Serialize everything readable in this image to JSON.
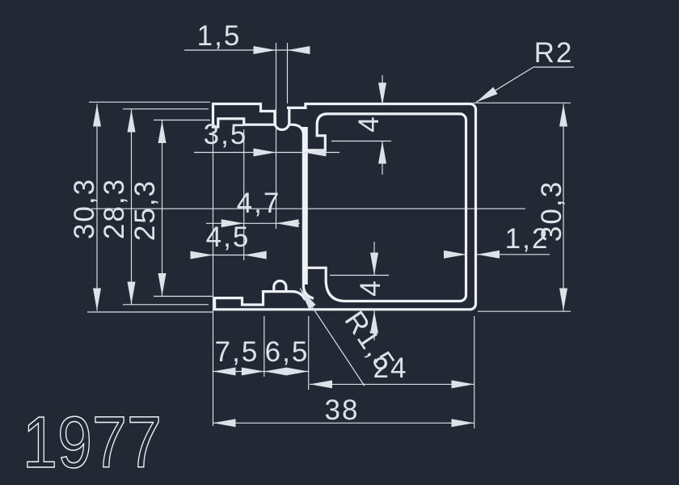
{
  "canvas": {
    "background": "#232934",
    "line_color": "#eef1f5",
    "dim_color": "#dde2e9"
  },
  "title": {
    "drawing_number": "1977"
  },
  "dimensions": {
    "slot_width": "1,5",
    "slot_to_wall": "3,5",
    "top_pocket_depth": "4",
    "overall_height_left": "30,3",
    "step_height": "28,3",
    "inner_height": "25,3",
    "notch_width": "4,7",
    "edge_width": "4,5",
    "bottom_pocket_depth": "4",
    "wall_thickness": "1,2",
    "overall_height_right": "30,3",
    "corner_radius": "R2",
    "junction_fillet_radius": "R1,5",
    "tube_width": "24",
    "left_segment_width": "7,5",
    "middle_segment_width": "6,5",
    "overall_width": "38"
  }
}
